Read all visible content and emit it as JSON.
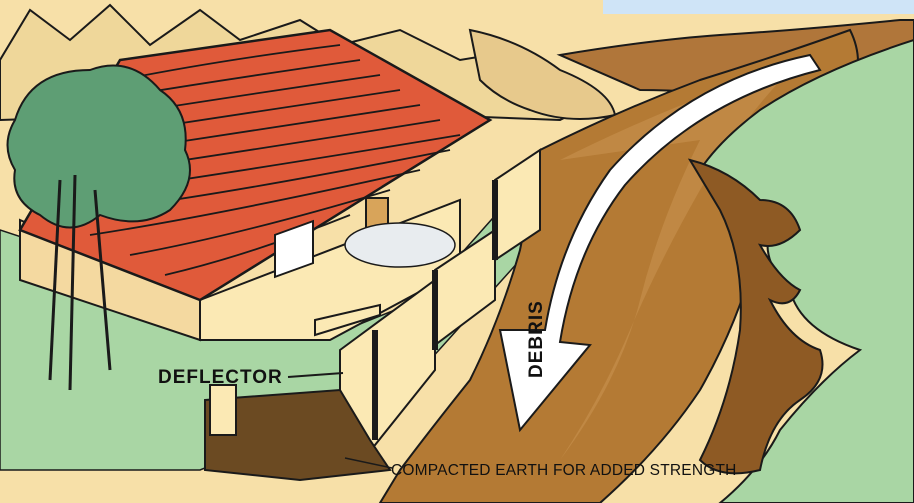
{
  "labels": {
    "deflector": "DEFLECTOR",
    "debris": "DEBRIS",
    "compacted_earth": "COMPACTED EARTH FOR ADDED STRENGTH"
  },
  "colors": {
    "paper": "#f7e0a8",
    "roof": "#e05a3a",
    "wall": "#fbe9b4",
    "grass": "#a9d6a4",
    "foliage": "#5e9e74",
    "mud": "#b47a34",
    "mud_light": "#c48d4a",
    "arrow": "#ffffff",
    "ink": "#1a1a1a",
    "corner_panel": "#cfe4f7"
  }
}
